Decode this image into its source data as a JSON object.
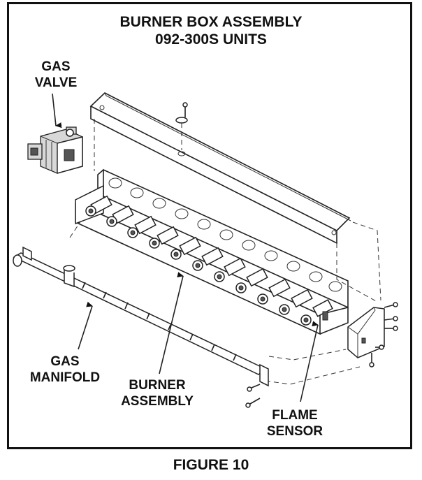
{
  "figure": {
    "title_line1": "BURNER BOX ASSEMBLY",
    "title_line2": "092-300S UNITS",
    "caption": "FIGURE 10"
  },
  "labels": {
    "gas_valve_line1": "GAS",
    "gas_valve_line2": "VALVE",
    "gas_manifold_line1": "GAS",
    "gas_manifold_line2": "MANIFOLD",
    "burner_assembly_line1": "BURNER",
    "burner_assembly_line2": "ASSEMBLY",
    "flame_sensor_line1": "FLAME",
    "flame_sensor_line2": "SENSOR"
  }
}
